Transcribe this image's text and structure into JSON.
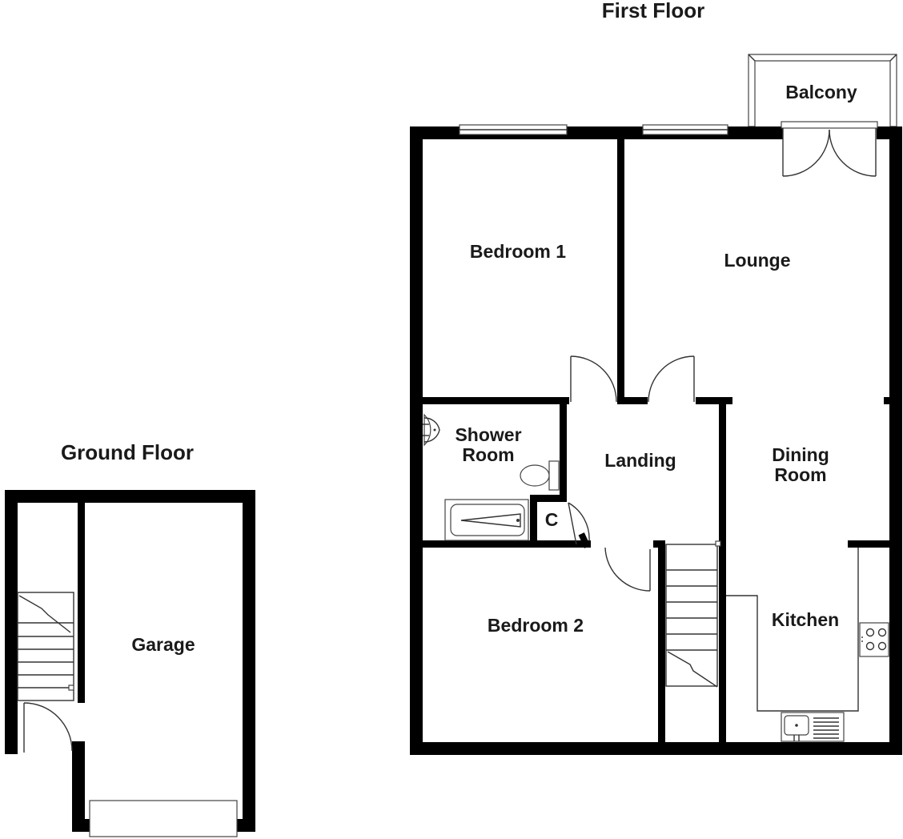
{
  "floors": {
    "first_floor": {
      "title": "First Floor",
      "rooms": {
        "balcony": "Balcony",
        "bedroom1": "Bedroom 1",
        "lounge": "Lounge",
        "shower_line1": "Shower",
        "shower_line2": "Room",
        "landing": "Landing",
        "dining_line1": "Dining",
        "dining_line2": "Room",
        "cupboard": "C",
        "bedroom2": "Bedroom 2",
        "kitchen": "Kitchen"
      }
    },
    "ground_floor": {
      "title": "Ground Floor",
      "rooms": {
        "garage": "Garage"
      }
    }
  }
}
